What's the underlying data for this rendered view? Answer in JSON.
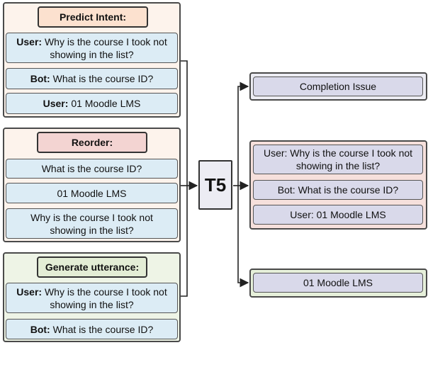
{
  "inputs": {
    "predict": {
      "header": "Predict Intent:",
      "items": [
        {
          "speaker": "User:",
          "line1": "Why is the course I took not",
          "line2": "showing in the list?"
        },
        {
          "speaker": "Bot:",
          "text": "What is the course ID?"
        },
        {
          "speaker": "User:",
          "text": "01 Moodle LMS"
        }
      ]
    },
    "reorder": {
      "header": "Reorder:",
      "items": [
        {
          "text": "What is the course ID?"
        },
        {
          "text": "01 Moodle LMS"
        },
        {
          "line1": "Why is the course I took not",
          "line2": "showing in the list?"
        }
      ]
    },
    "generate": {
      "header": "Generate utterance:",
      "items": [
        {
          "speaker": "User:",
          "line1": "Why is the course I took not",
          "line2": "showing in the list?"
        },
        {
          "speaker": "Bot:",
          "text": "What is the course ID?"
        }
      ]
    }
  },
  "model": {
    "label": "T5"
  },
  "outputs": {
    "intent": {
      "text": "Completion Issue"
    },
    "reorder": {
      "items": [
        {
          "line1": "User: Why is the course I took not",
          "line2": "showing in the list?"
        },
        {
          "text": "Bot: What is the course ID?"
        },
        {
          "text": "User: 01 Moodle LMS"
        }
      ]
    },
    "generate": {
      "text": "01 Moodle LMS"
    }
  },
  "colors": {
    "input_panel_1": "#fdf3ec",
    "input_panel_2": "#fdf3ec",
    "input_panel_3": "#eef4e6",
    "header_1": "#fce1cf",
    "header_2": "#f3d4d2",
    "header_3": "#e3edd5",
    "output_panel_1": "#ececf3",
    "output_panel_2": "#f6e0dc",
    "output_panel_3": "#e6f0da",
    "text_box_blue": "#dcecf5",
    "text_box_lavender": "#d9d9ea"
  }
}
